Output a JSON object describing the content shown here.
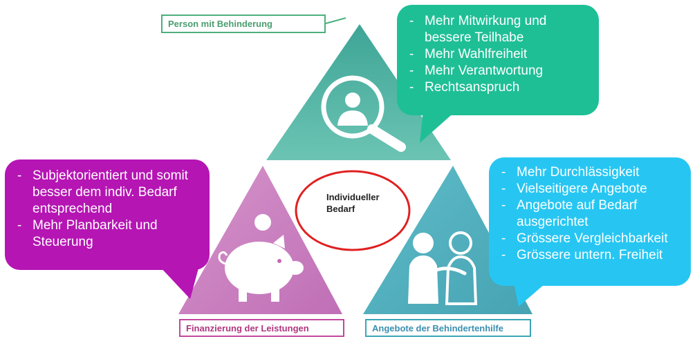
{
  "labels": {
    "person": "Person mit Behinderung",
    "finanzierung": "Finanzierung der Leistungen",
    "angebote": "Angebote der Behindertenhilfe"
  },
  "center": {
    "line1": "Individueller",
    "line2": "Bedarf"
  },
  "bubbles": {
    "green": {
      "color": "#1fbf96",
      "items": [
        "Mehr Mitwirkung und bessere Teilhabe",
        "Mehr Wahlfreiheit",
        "Mehr Verantwortung",
        "Rechtsanspruch"
      ]
    },
    "magenta": {
      "color": "#b515b3",
      "items": [
        "Subjektorientiert und somit besser dem indiv. Bedarf entsprechend",
        "Mehr Planbarkeit und Steuerung"
      ]
    },
    "blue": {
      "color": "#27c6f2",
      "items": [
        "Mehr Durchlässigkeit",
        "Vielseitigere Angebote",
        "Angebote auf Bedarf ausgerichtet",
        "Grössere Vergleichbarkeit",
        "Grössere untern. Freiheit"
      ]
    }
  },
  "icons": {
    "top": "person-magnifier-icon",
    "left": "piggy-bank-icon",
    "right": "two-people-support-icon"
  },
  "colors": {
    "triangle_top": "#3aa89a",
    "triangle_left": "#c568b6",
    "triangle_right": "#3fa8b6",
    "center_ring": "#e02020"
  }
}
